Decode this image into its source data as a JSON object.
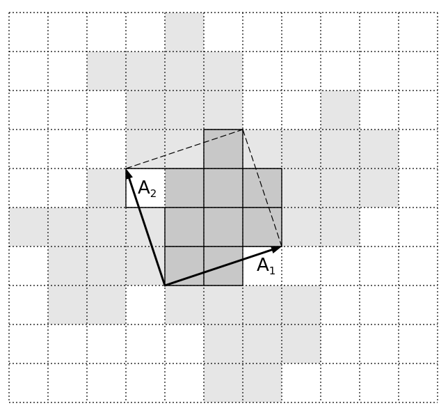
{
  "lattice": {
    "cols": 11,
    "rows": 10,
    "light_cells": [
      [
        4,
        0
      ],
      [
        2,
        1
      ],
      [
        3,
        1
      ],
      [
        4,
        1
      ],
      [
        5,
        1
      ],
      [
        3,
        2
      ],
      [
        4,
        2
      ],
      [
        5,
        2
      ],
      [
        8,
        2
      ],
      [
        3,
        3
      ],
      [
        4,
        3
      ],
      [
        6,
        3
      ],
      [
        7,
        3
      ],
      [
        8,
        3
      ],
      [
        9,
        3
      ],
      [
        2,
        4
      ],
      [
        7,
        4
      ],
      [
        8,
        4
      ],
      [
        9,
        4
      ],
      [
        0,
        5
      ],
      [
        1,
        5
      ],
      [
        2,
        5
      ],
      [
        3,
        5
      ],
      [
        7,
        5
      ],
      [
        8,
        5
      ],
      [
        1,
        6
      ],
      [
        2,
        6
      ],
      [
        3,
        6
      ],
      [
        1,
        7
      ],
      [
        2,
        7
      ],
      [
        4,
        7
      ],
      [
        5,
        7
      ],
      [
        6,
        7
      ],
      [
        7,
        7
      ],
      [
        5,
        8
      ],
      [
        6,
        8
      ],
      [
        7,
        8
      ],
      [
        5,
        9
      ],
      [
        6,
        9
      ]
    ],
    "dark_cells": [
      [
        5,
        3
      ],
      [
        4,
        4
      ],
      [
        5,
        4
      ],
      [
        6,
        4
      ],
      [
        4,
        5
      ],
      [
        5,
        5
      ],
      [
        6,
        5
      ],
      [
        4,
        6
      ],
      [
        5,
        6
      ]
    ],
    "dark_region_outline": [
      [
        5,
        3
      ],
      [
        6,
        3
      ],
      [
        6,
        4
      ],
      [
        7,
        4
      ],
      [
        7,
        6
      ],
      [
        6,
        6
      ],
      [
        6,
        7
      ],
      [
        4,
        7
      ],
      [
        4,
        5
      ],
      [
        3,
        5
      ],
      [
        3,
        4
      ],
      [
        5,
        4
      ]
    ]
  },
  "vectors": {
    "origin": [
      4,
      7
    ],
    "a1": {
      "label": "A",
      "subscript": "1",
      "tip": [
        7,
        6
      ]
    },
    "a2": {
      "label": "A",
      "subscript": "2",
      "tip": [
        3,
        4
      ]
    }
  },
  "parallelogram": {
    "fourth_vertex": [
      6,
      3
    ]
  },
  "colors": {
    "background": "#ffffff",
    "grid_line": "#000000",
    "light_fill": "#e6e6e6",
    "dark_fill": "#c8c8c8",
    "vector": "#000000"
  }
}
